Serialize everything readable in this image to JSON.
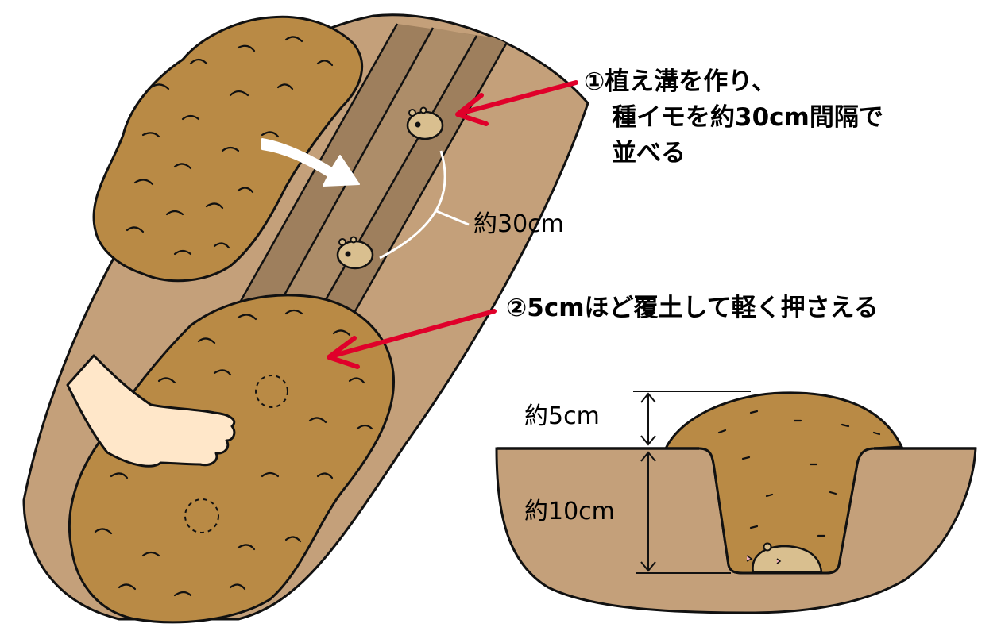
{
  "colors": {
    "soil_light": "#c4a07a",
    "soil_mound": "#b98a45",
    "trench": "#9e7f5d",
    "arrow_red": "#e0002a",
    "potato": "#d9bf8f",
    "hand": "#ffe7c9",
    "outline": "#111111"
  },
  "step1": {
    "line1": "①植え溝を作り、",
    "line2": "種イモを約30cm間隔で",
    "line3": "並べる"
  },
  "spacing_label": "約30cm",
  "step2": "②5cmほど覆土して軽く押さえる",
  "cross_section": {
    "mound_label": "約5cm",
    "depth_label": "約10cm"
  }
}
